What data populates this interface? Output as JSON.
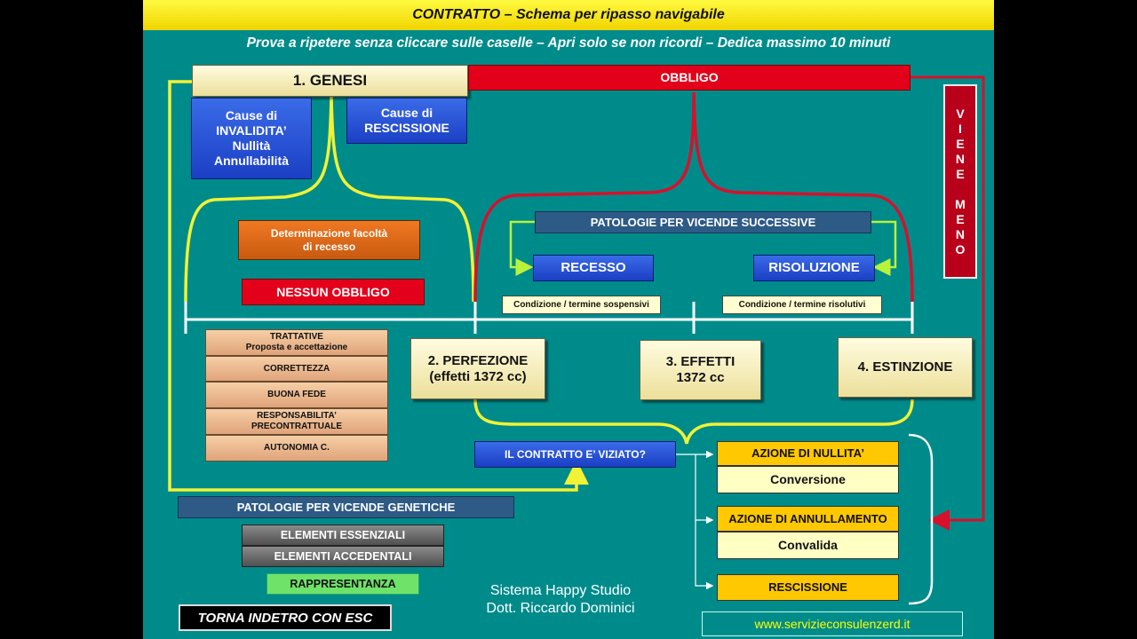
{
  "header": {
    "title": "CONTRATTO – Schema per ripasso navigabile",
    "subtitle": "Prova a ripetere senza cliccare sulle caselle – Apri solo se non ricordi – Dedica massimo 10 minuti"
  },
  "top": {
    "genesi": "1. GENESI",
    "obbligo": "OBBLIGO",
    "viene_meno": "V\nI\nE\nN\nE\n\nM\nE\nN\nO"
  },
  "genesis_causes": {
    "invalidita": "Cause di\nINVALIDITA’\nNullità\nAnnullabilità",
    "rescissione": "Cause di\nRESCISSIONE"
  },
  "left_mid": {
    "recesso_facolta": "Determinazione facoltà\ndi recesso",
    "nessun_obbligo": "NESSUN OBBLIGO"
  },
  "successive": {
    "header": "PATOLOGIE PER VICENDE SUCCESSIVE",
    "recesso": "RECESSO",
    "risoluzione": "RISOLUZIONE",
    "cond_sospensivi": "Condizione / termine sospensivi",
    "cond_risolutivi": "Condizione / termine risolutivi"
  },
  "phases": {
    "perfezione": "2. PERFEZIONE\n(effetti 1372 cc)",
    "effetti": "3. EFFETTI\n1372 cc",
    "estinzione": "4. ESTINZIONE"
  },
  "precontract": [
    "TRATTATIVE\nProposta e accettazione",
    "CORRETTEZZA",
    "BUONA FEDE",
    "RESPONSABILITA’\nPRECONTRATTUALE",
    "AUTONOMIA C."
  ],
  "viziato": "IL CONTRATTO E’ VIZIATO?",
  "actions": {
    "nullita_hdr": "AZIONE DI NULLITA’",
    "nullita_sub": "Conversione",
    "annullamento_hdr": "AZIONE DI ANNULLAMENTO",
    "annullamento_sub": "Convalida",
    "rescissione": "RESCISSIONE"
  },
  "genetic": {
    "header": "PATOLOGIE PER VICENDE GENETICHE",
    "essenziali": "ELEMENTI ESSENZIALI",
    "accedentali": "ELEMENTI ACCEDENTALI",
    "rappresentanza": "RAPPRESENTANZA"
  },
  "footer": {
    "credit_line1": "Sistema Happy Studio",
    "credit_line2": "Dott. Riccardo Dominici",
    "esc": "TORNA INDETRO CON ESC",
    "site": "www.servizieconsulenzerd.it"
  },
  "colors": {
    "background": "#008b8b",
    "yellow_line": "#f2f234",
    "red_line": "#d8102a",
    "green_line": "#b9f23a",
    "white_line": "#ffffff"
  }
}
